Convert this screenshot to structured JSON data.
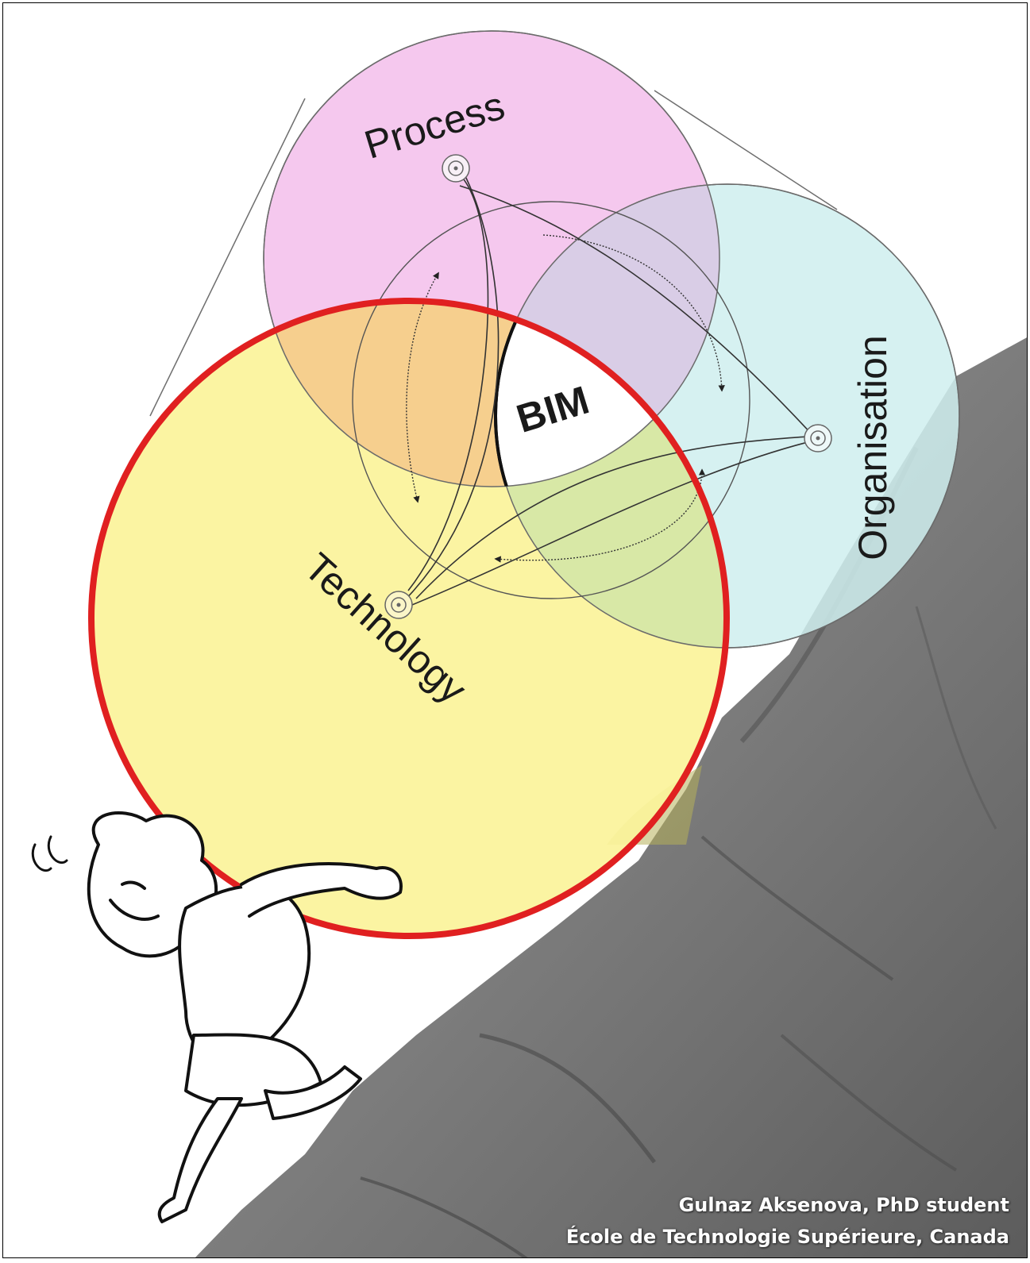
{
  "diagram": {
    "sets": [
      {
        "id": "process",
        "label": "Process",
        "color": "#f5c8ee"
      },
      {
        "id": "organisation",
        "label": "Organisation",
        "color": "#cfeeee"
      },
      {
        "id": "technology",
        "label": "Technology",
        "color": "#fbf39a"
      }
    ],
    "center_label": "BIM",
    "accent_color": "#e02020",
    "overlap_colors": {
      "process_technology": "#f6cf8e",
      "process_organisation": "#d9cde6",
      "technology_organisation": "#d8e8a6"
    }
  },
  "illustration": {
    "figure": "sisyphus-pushing-boulder",
    "ground": "rock-slope"
  },
  "credit": {
    "line1": "Gulnaz Aksenova, PhD student",
    "line2": "École de Technologie Supérieure, Canada"
  }
}
